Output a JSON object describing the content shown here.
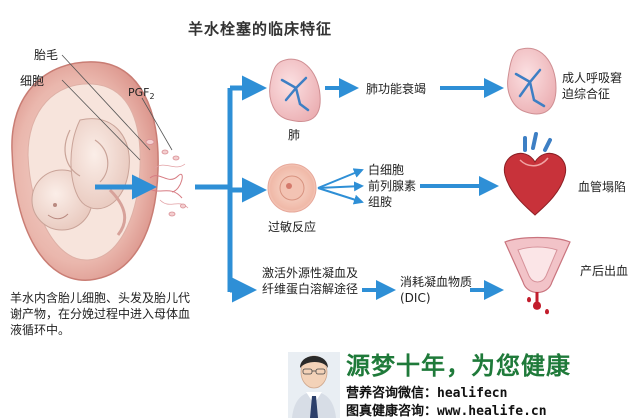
{
  "title": "羊水栓塞的临床特征",
  "fetus_labels": {
    "hair": "胎毛",
    "cell": "细胞",
    "pgf": "PGF",
    "pgf_sub": "2"
  },
  "caption": "羊水内含胎儿细胞、头发及胎儿代谢产物，在分娩过程中进入母体血液循环中。",
  "lung": {
    "label": "肺",
    "step": "肺功能衰竭",
    "outcome": "成人呼吸窘迫综合征"
  },
  "allergy": {
    "label": "过敏反应",
    "mediators": [
      "白细胞",
      "前列腺素",
      "组胺"
    ],
    "outcome": "血管塌陷"
  },
  "coag": {
    "step": "激活外源性凝血及纤维蛋白溶解途径",
    "step2": "消耗凝血物质(DIC)",
    "outcome": "产后出血"
  },
  "banner": {
    "slogan": "源梦十年，为您健康",
    "line1": "营养咨询微信：healifecn",
    "line2": "图真健康咨询：www.healife.cn"
  },
  "colors": {
    "arrow": "#2e8fd6",
    "lung": "#f2c2c4",
    "vessel": "#3d7fc4",
    "heart": "#c8323a",
    "uterus": "#e8a1a8",
    "blood": "#c21d2c",
    "slogan": "#1f7a3a"
  }
}
